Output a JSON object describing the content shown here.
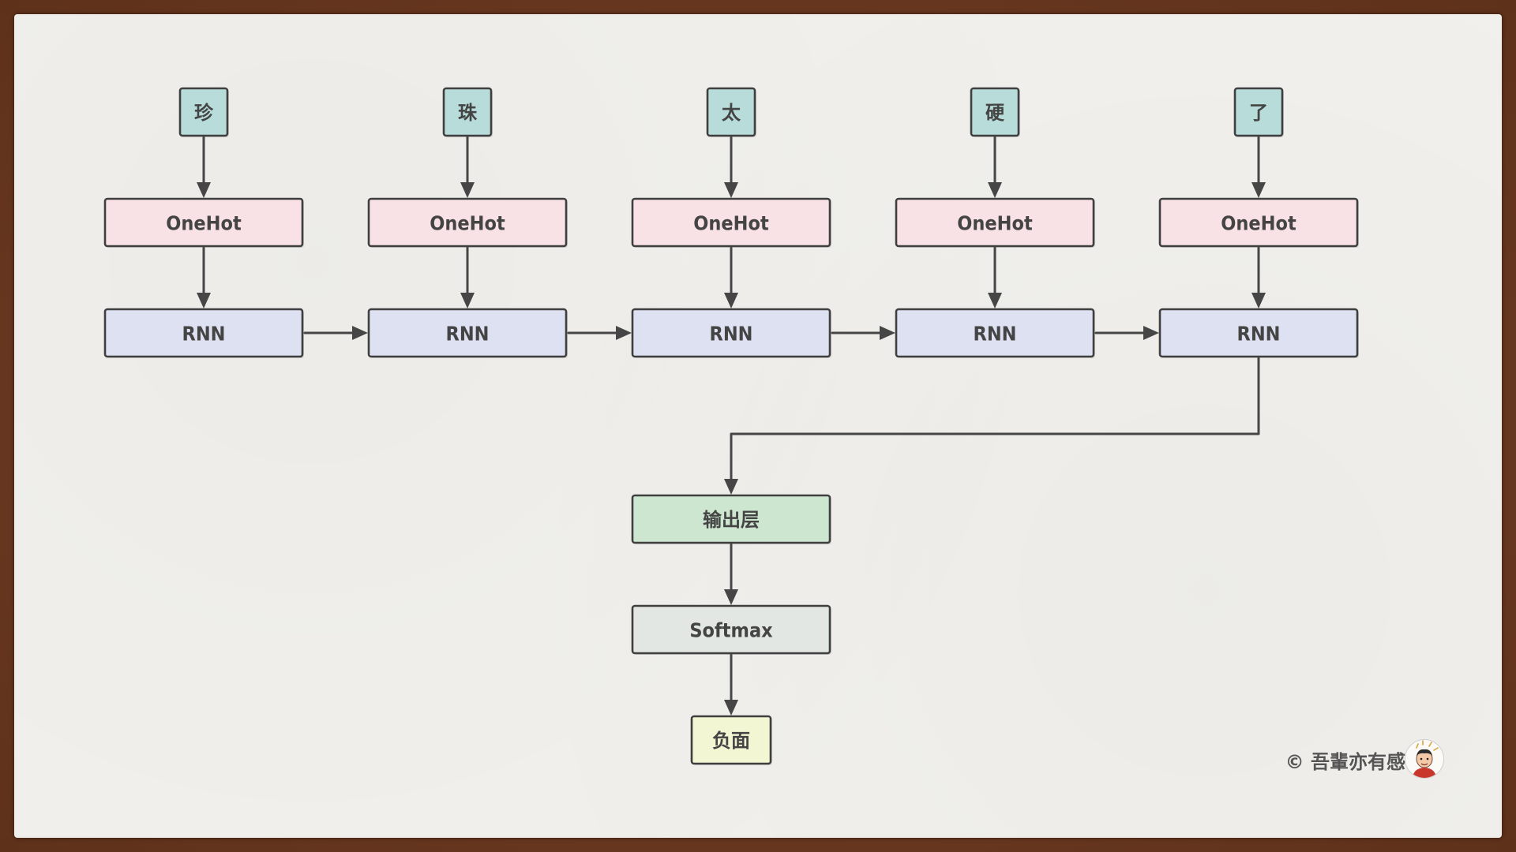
{
  "colors": {
    "input": "#b7dcd9",
    "onehot": "#f9e2e5",
    "rnn": "#dde1f1",
    "output": "#cde6cf",
    "softmax": "#e3e7e3",
    "result": "#f3f6d2"
  },
  "inputs": [
    "珍",
    "珠",
    "太",
    "硬",
    "了"
  ],
  "onehot_label": "OneHot",
  "rnn_label": "RNN",
  "output_layer_label": "输出层",
  "softmax_label": "Softmax",
  "result_label": "负面",
  "credit": "© 吾輩亦有感",
  "avatar_icon": "cartoon-avatar-icon"
}
